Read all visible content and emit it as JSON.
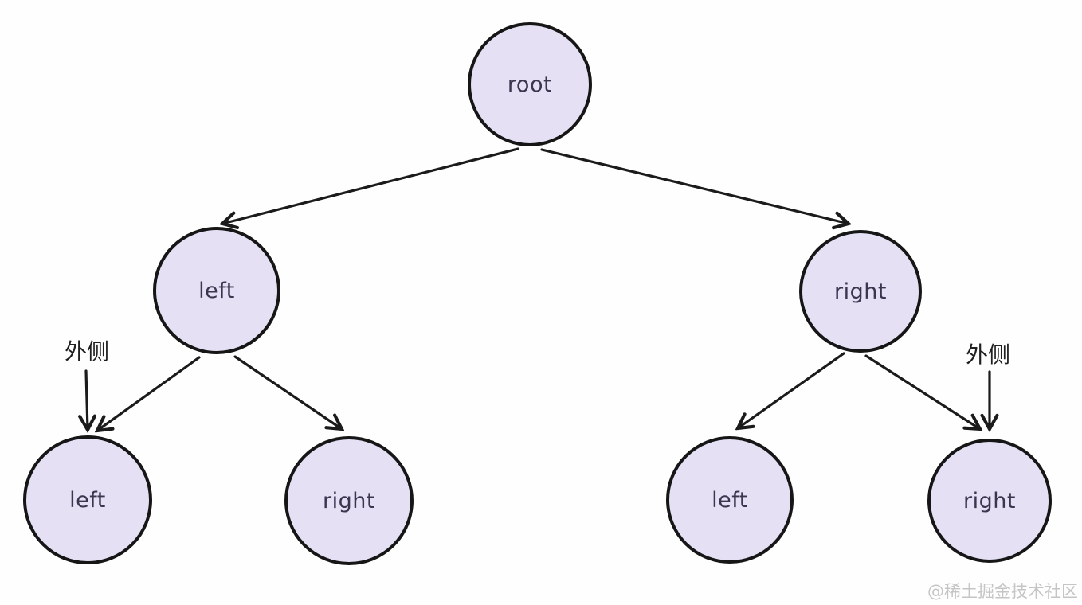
{
  "diagram": {
    "type": "binary-tree",
    "nodes": {
      "root": {
        "label": "root"
      },
      "left": {
        "label": "left"
      },
      "right": {
        "label": "right"
      },
      "left_left": {
        "label": "left"
      },
      "left_right": {
        "label": "right"
      },
      "right_left": {
        "label": "left"
      },
      "right_right": {
        "label": "right"
      }
    },
    "annotations": {
      "outer_left": "外侧",
      "outer_right": "外侧"
    },
    "edges": [
      "root->left",
      "root->right",
      "left->left_left",
      "left->left_right",
      "right->right_left",
      "right->right_right",
      "outer_left->left_left",
      "outer_right->right_right"
    ]
  },
  "watermark": "@稀土掘金技术社区",
  "colors": {
    "background": "#fefefe",
    "node_fill": "#e5e0f4",
    "node_stroke": "#161616",
    "node_text": "#3b3550",
    "edge": "#1b1b1b",
    "annotation_text": "#1f1f1f",
    "watermark_text": "#c5c5c5"
  }
}
